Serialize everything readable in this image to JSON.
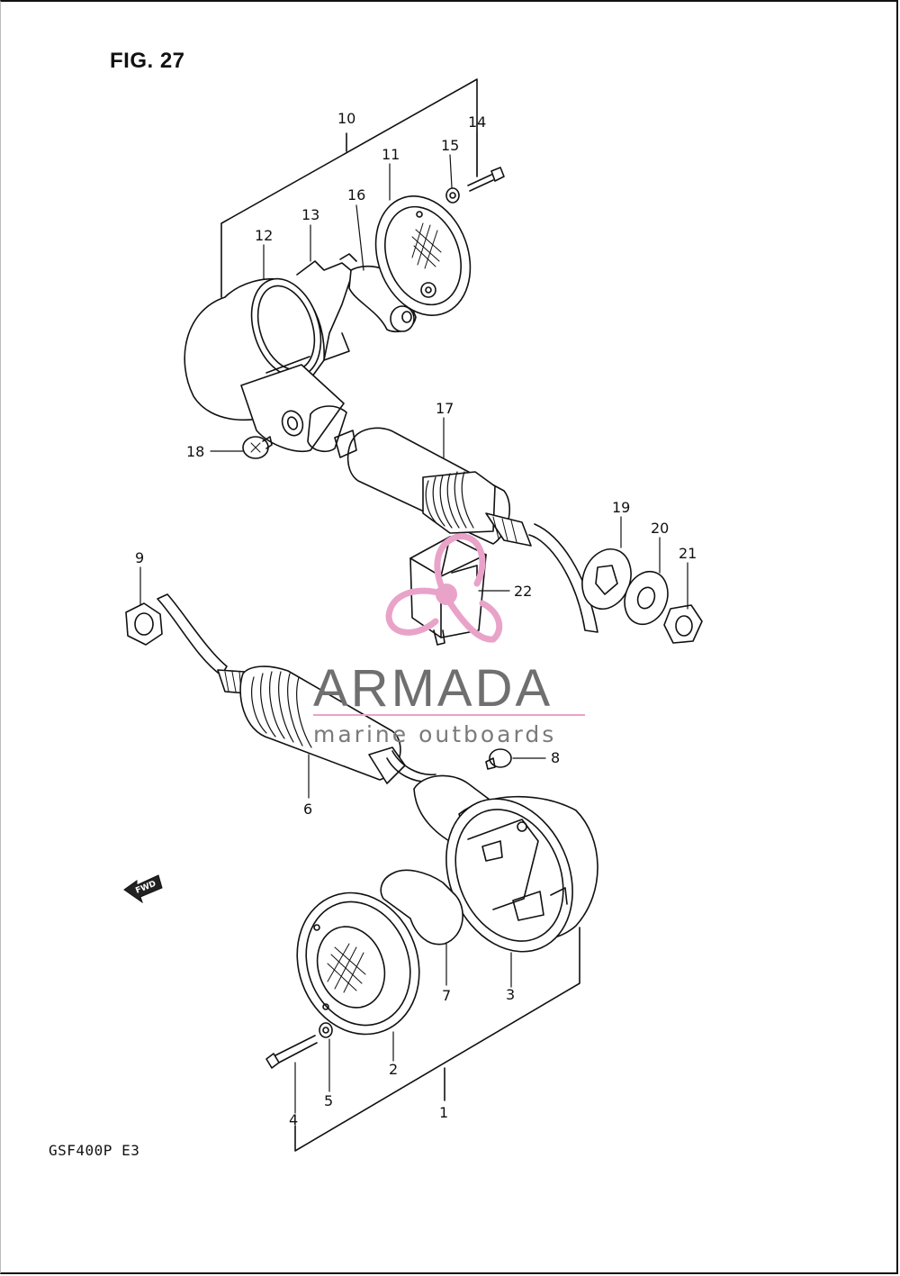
{
  "figure": {
    "title": "FIG. 27",
    "model": "GSF400P  E3"
  },
  "watermark": {
    "name": "ARMADA",
    "tagline": "marine outboards",
    "accent_color": "#e9a3c9"
  },
  "direction_arrow": {
    "text": "FWD"
  },
  "callouts": [
    {
      "id": "c1",
      "text": "1"
    },
    {
      "id": "c2",
      "text": "2"
    },
    {
      "id": "c3",
      "text": "3"
    },
    {
      "id": "c4",
      "text": "4"
    },
    {
      "id": "c5",
      "text": "5"
    },
    {
      "id": "c6",
      "text": "6"
    },
    {
      "id": "c7",
      "text": "7"
    },
    {
      "id": "c8",
      "text": "8"
    },
    {
      "id": "c9",
      "text": "9"
    },
    {
      "id": "c10",
      "text": "10"
    },
    {
      "id": "c11",
      "text": "11"
    },
    {
      "id": "c12",
      "text": "12"
    },
    {
      "id": "c13",
      "text": "13"
    },
    {
      "id": "c14",
      "text": "14"
    },
    {
      "id": "c15",
      "text": "15"
    },
    {
      "id": "c16",
      "text": "16"
    },
    {
      "id": "c17",
      "text": "17"
    },
    {
      "id": "c18",
      "text": "18"
    },
    {
      "id": "c19",
      "text": "19"
    },
    {
      "id": "c20",
      "text": "20"
    },
    {
      "id": "c21",
      "text": "21"
    },
    {
      "id": "c22",
      "text": "22"
    }
  ]
}
